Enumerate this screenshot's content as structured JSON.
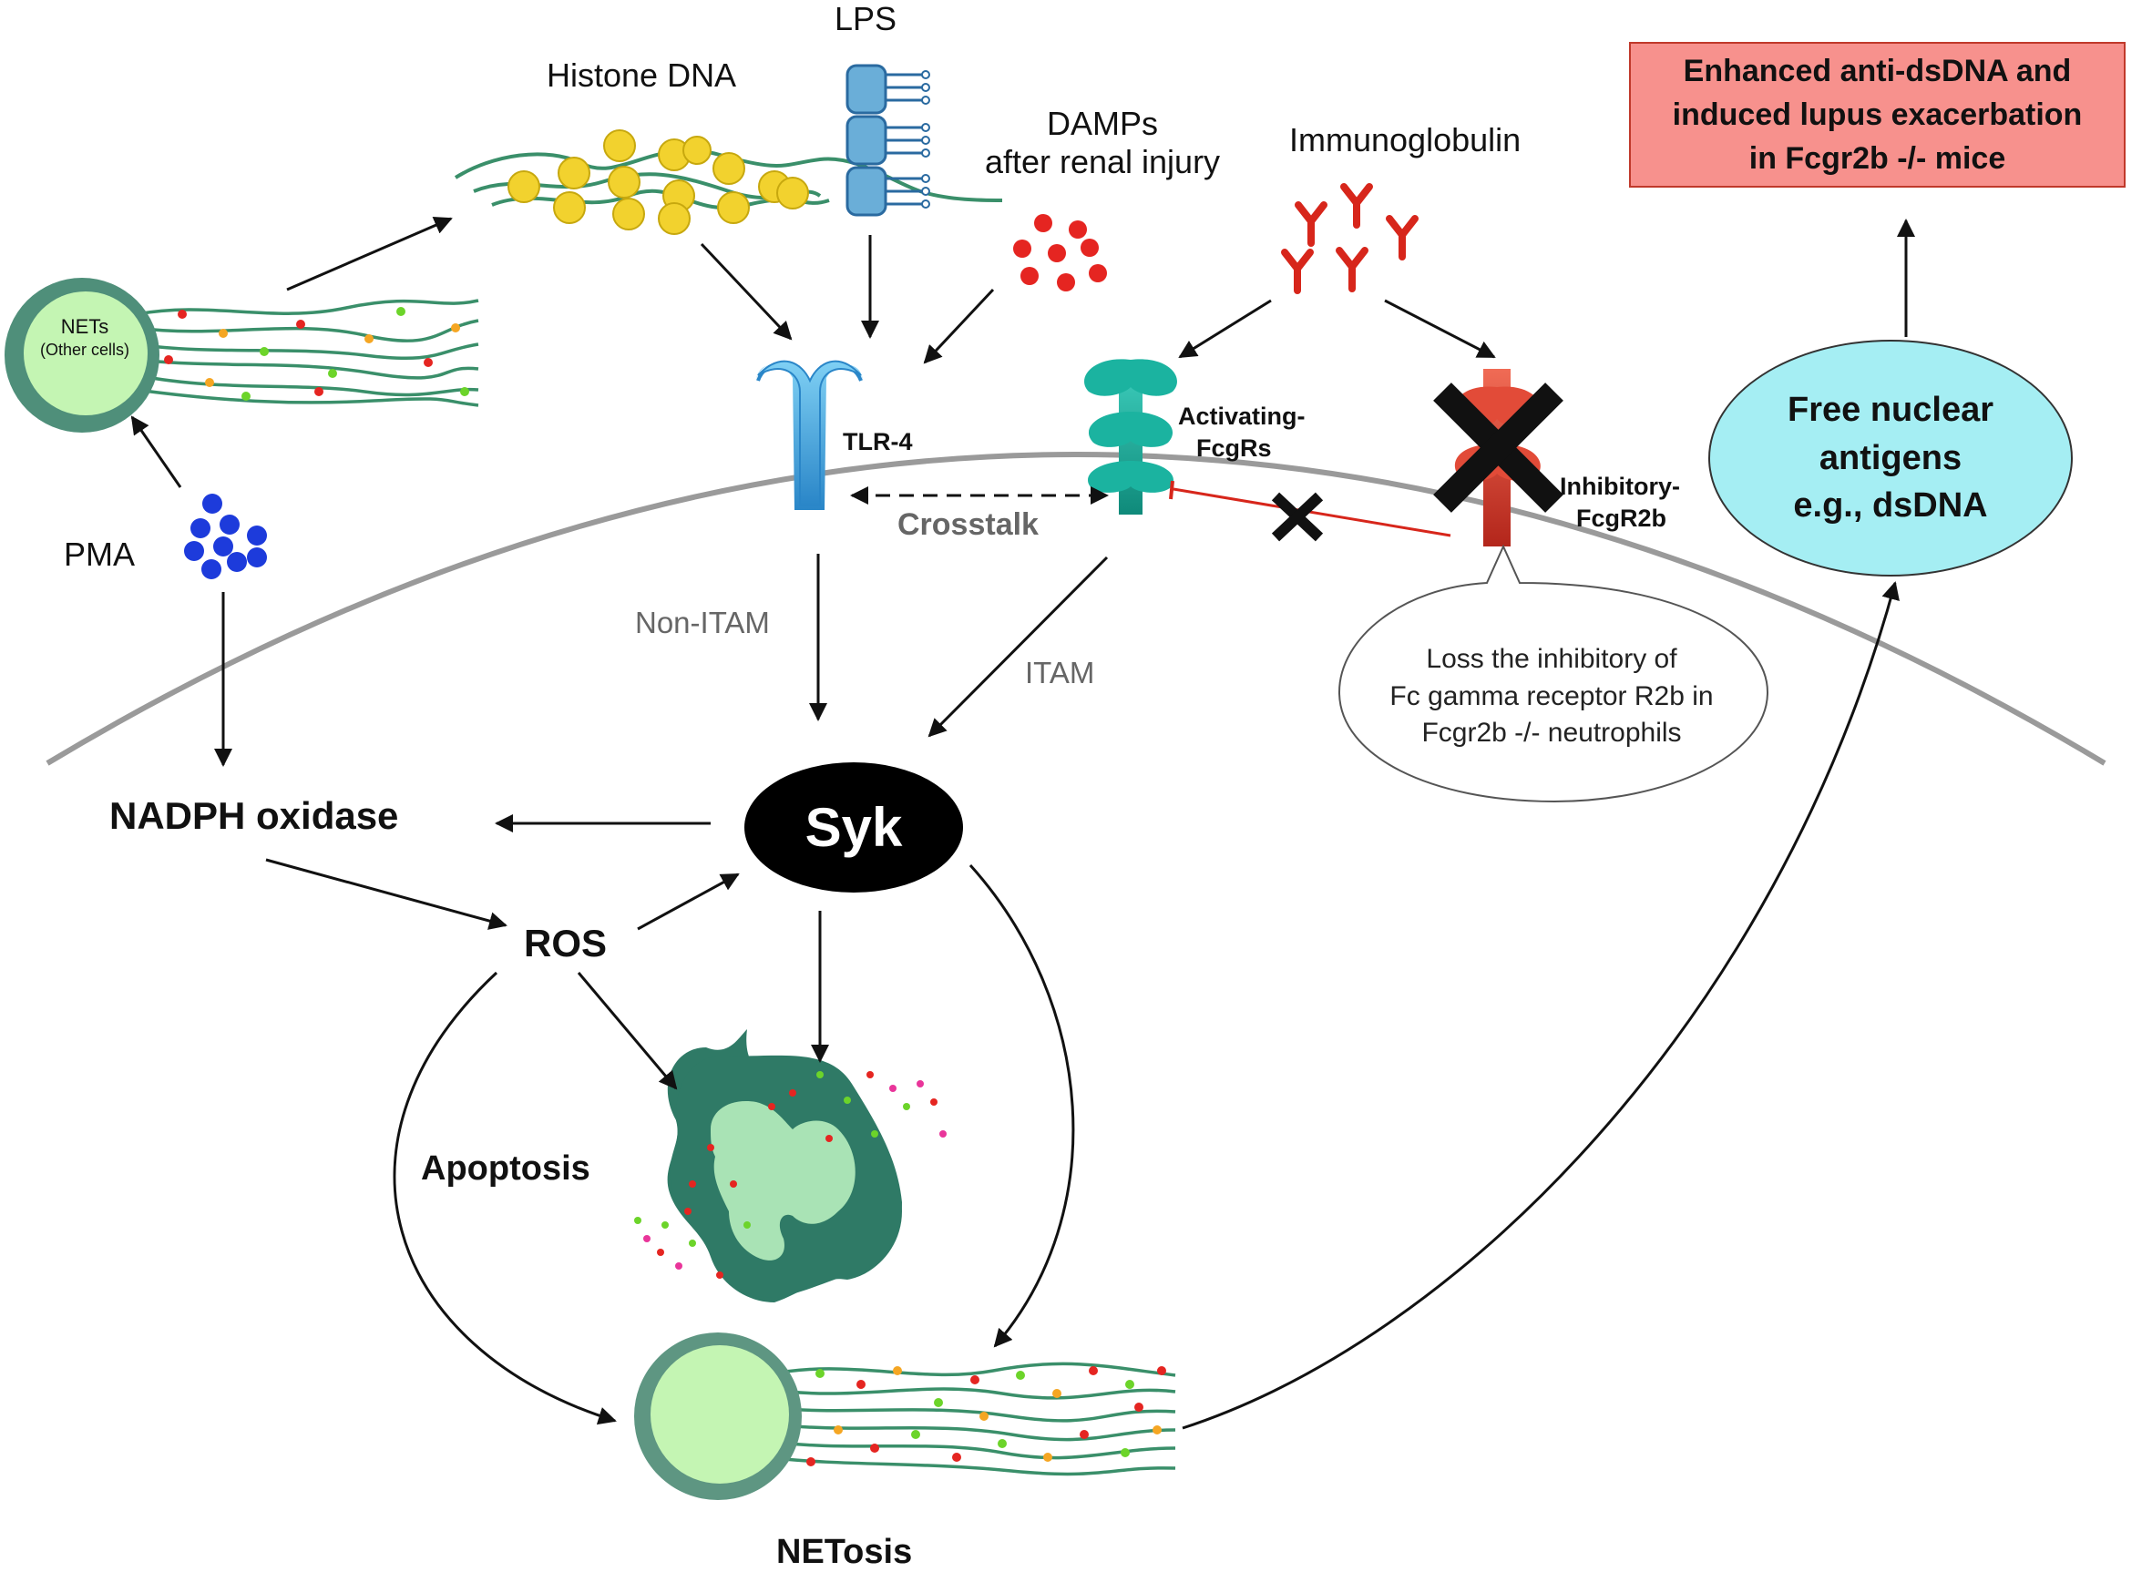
{
  "labels": {
    "lps": "LPS",
    "histone_dna": "Histone DNA",
    "damps_line1": "DAMPs",
    "damps_line2": "after renal injury",
    "immunoglobulin": "Immunoglobulin",
    "nets_other_cells_line1": "NETs",
    "nets_other_cells_line2": "(Other cells)",
    "tlr4": "TLR-4",
    "activating_fcgrs_line1": "Activating-",
    "activating_fcgrs_line2": "FcgRs",
    "inhibitory_fcgr2b_line1": "Inhibitory-",
    "inhibitory_fcgr2b_line2": "FcgR2b",
    "crosstalk": "Crosstalk",
    "pma": "PMA",
    "non_itam": "Non-ITAM",
    "itam": "ITAM",
    "syk": "Syk",
    "nadph_oxidase": "NADPH oxidase",
    "ros": "ROS",
    "apoptosis": "Apoptosis",
    "netosis": "NETosis"
  },
  "speech_bubble": {
    "line1": "Loss the inhibitory of",
    "line2": "Fc gamma receptor R2b in",
    "line3": "Fcgr2b -/- neutrophils"
  },
  "outcome_box": {
    "line1": "Enhanced anti-dsDNA and",
    "line2": "induced lupus exacerbation",
    "line3": "in Fcgr2b -/- mice"
  },
  "antigen_oval": {
    "line1": "Free nuclear",
    "line2": "antigens",
    "line3": "e.g., dsDNA"
  },
  "colors": {
    "net_strand": "#3a8f6a",
    "nucleosome": "#f2d22e",
    "receptor_blue": "#5fb8e6",
    "activating_teal": "#1bb3a0",
    "inhibitory_red": "#d7372a",
    "damp_red": "#e52521",
    "pma_blue": "#1d3bdb",
    "cell_dark": "#2f7a66",
    "nucleus_light": "#b9f3a7",
    "outcome_box": "#f7918d",
    "antigen_oval": "#a5eef3"
  }
}
